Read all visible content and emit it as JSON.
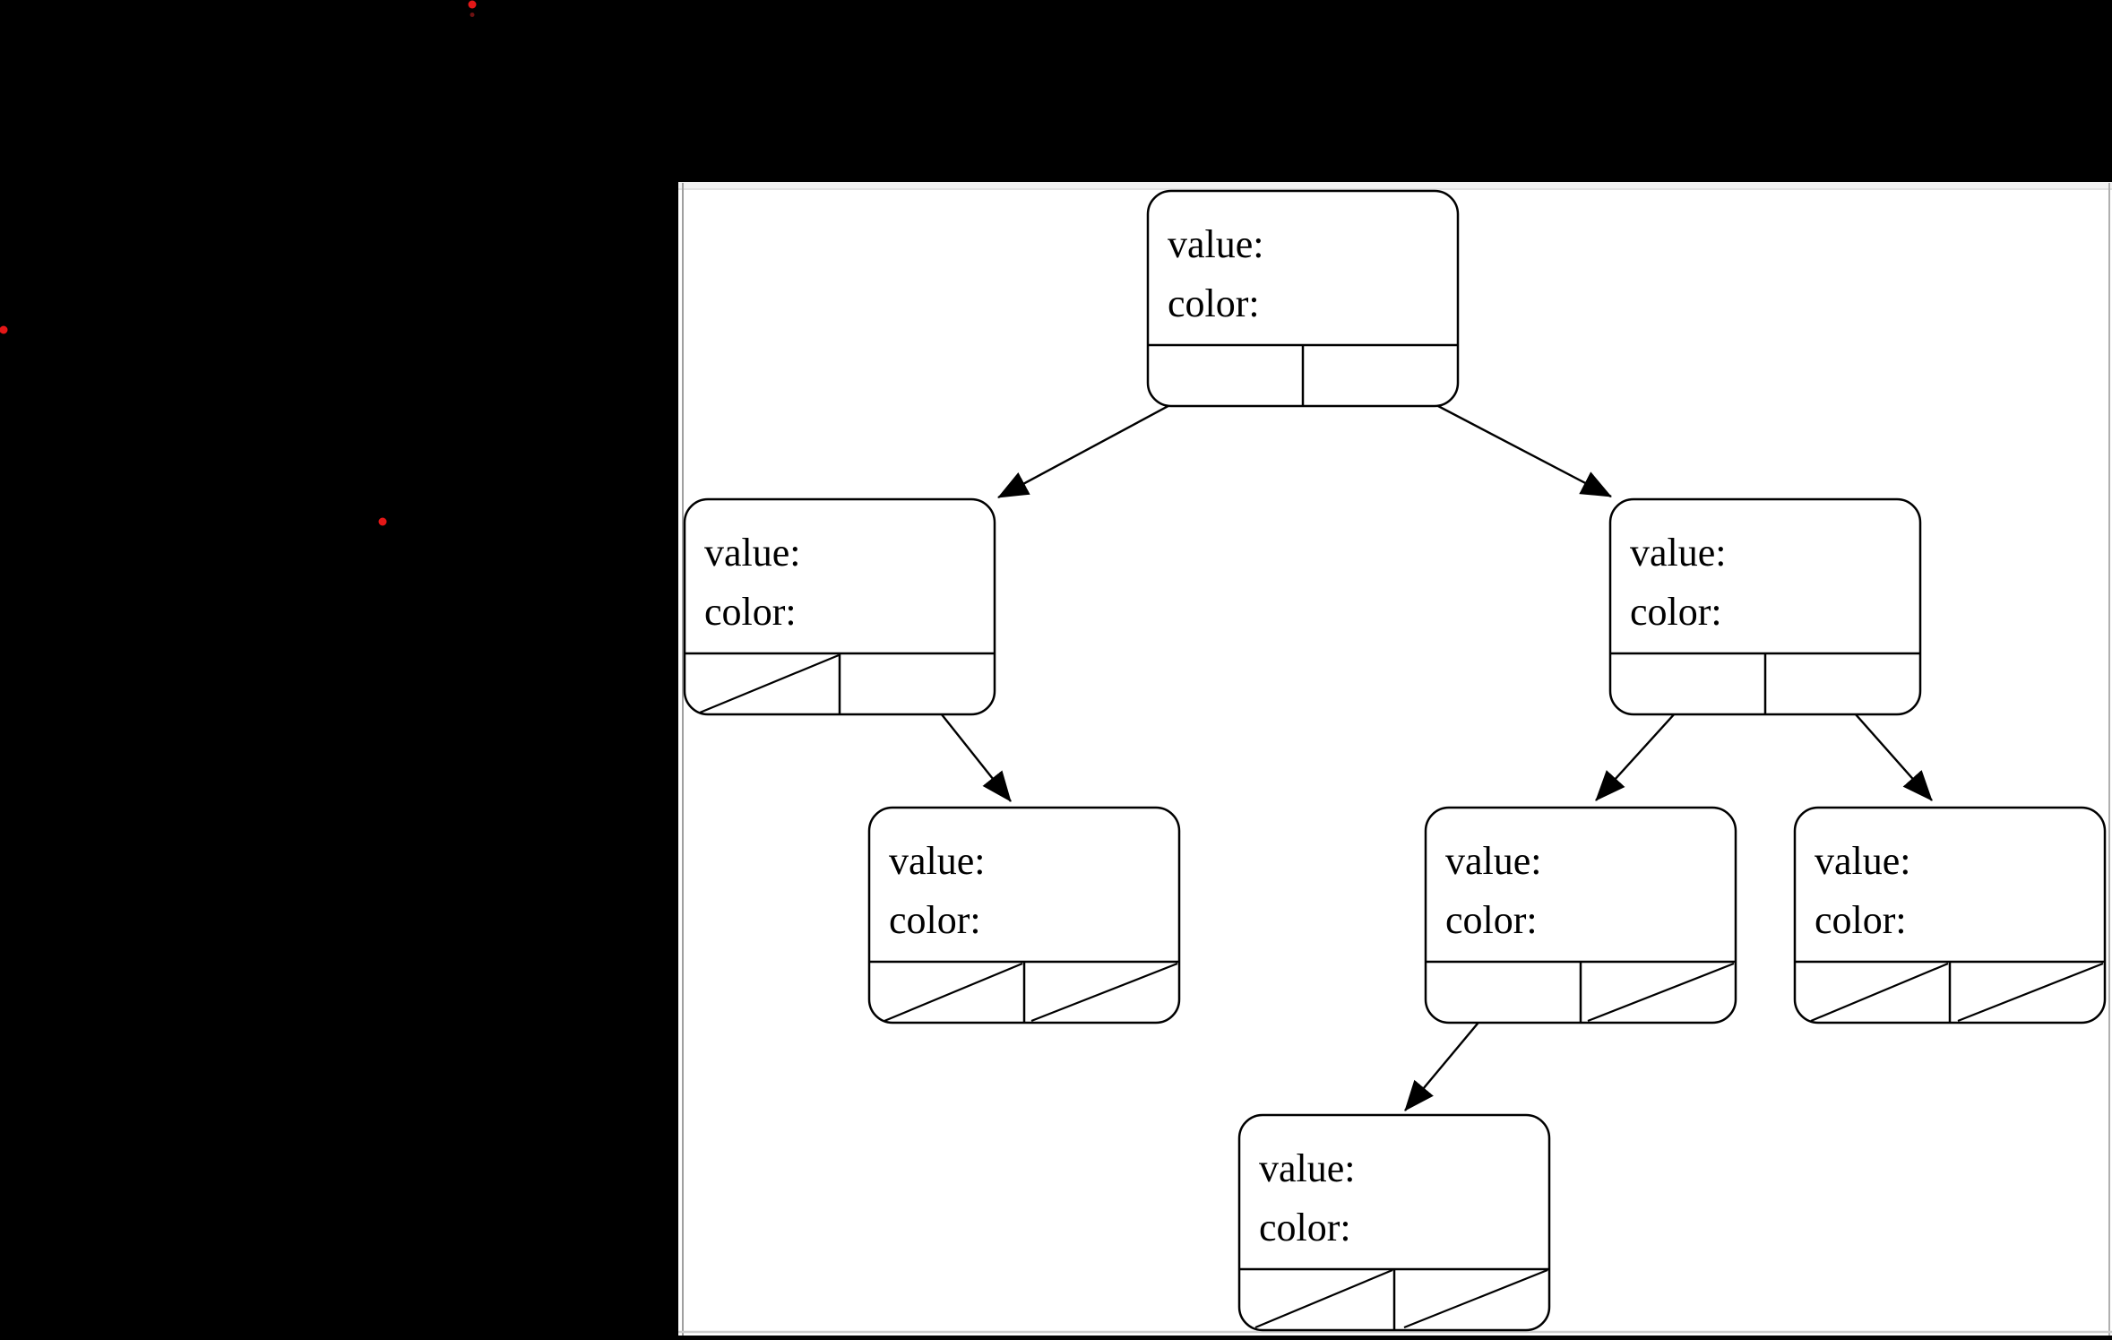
{
  "diagram": {
    "kind": "binary-tree-node-pointer-diagram",
    "node_count": 7,
    "levels": 4
  },
  "colors": {
    "background": "#000000",
    "canvas": "#ffffff",
    "stroke": "#000000",
    "canvas_border_side": "#aaaaaa",
    "canvas_border_top": "#d8d8d8",
    "canvas_top_strip": "#f2f2f2",
    "red_marker": "#e41717",
    "red_marker_faint": "#6e1212"
  },
  "nodes": [
    {
      "id": "root",
      "level": 1,
      "value_label": "value:",
      "color_label": "color:",
      "left_pointer": "child-arrow",
      "right_pointer": "child-arrow"
    },
    {
      "id": "left-child",
      "level": 2,
      "value_label": "value:",
      "color_label": "color:",
      "left_pointer": "null-slash",
      "right_pointer": "child-arrow"
    },
    {
      "id": "right-child",
      "level": 2,
      "value_label": "value:",
      "color_label": "color:",
      "left_pointer": "child-arrow",
      "right_pointer": "child-arrow"
    },
    {
      "id": "left-right-grandchild",
      "level": 3,
      "value_label": "value:",
      "color_label": "color:",
      "left_pointer": "null-slash",
      "right_pointer": "null-slash"
    },
    {
      "id": "right-left-grandchild",
      "level": 3,
      "value_label": "value:",
      "color_label": "color:",
      "left_pointer": "child-arrow",
      "right_pointer": "null-slash"
    },
    {
      "id": "right-right-grandchild",
      "level": 3,
      "value_label": "value:",
      "color_label": "color:",
      "left_pointer": "null-slash",
      "right_pointer": "null-slash"
    },
    {
      "id": "great-grandchild",
      "level": 4,
      "value_label": "value:",
      "color_label": "color:",
      "left_pointer": "null-slash",
      "right_pointer": "null-slash"
    }
  ]
}
